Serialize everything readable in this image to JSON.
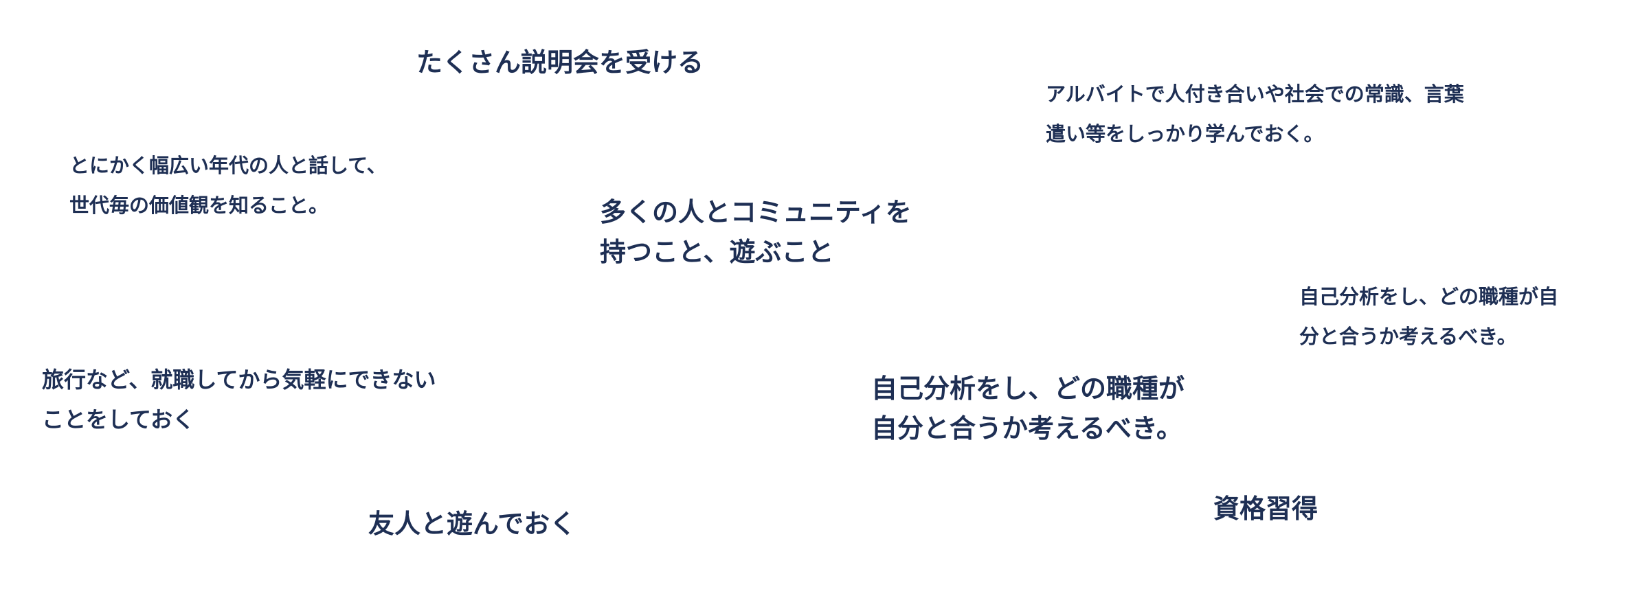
{
  "notes": [
    {
      "id": "n1",
      "lines": [
        "たくさん説明会を受ける"
      ]
    },
    {
      "id": "n2",
      "lines": [
        "アルバイトで人付き合いや社会での常識、言葉",
        "遣い等をしっかり学んでおく。"
      ]
    },
    {
      "id": "n3",
      "lines": [
        "とにかく幅広い年代の人と話して、",
        "世代毎の価値観を知ること。"
      ]
    },
    {
      "id": "n4",
      "lines": [
        "多くの人とコミュニティを",
        "持つこと、遊ぶこと"
      ]
    },
    {
      "id": "n5",
      "lines": [
        "自己分析をし、どの職種が自",
        "分と合うか考えるべき。"
      ]
    },
    {
      "id": "n6",
      "lines": [
        "旅行など、就職してから気軽にできない",
        "ことをしておく"
      ]
    },
    {
      "id": "n7",
      "lines": [
        "自己分析をし、どの職種が",
        "自分と合うか考えるべき。"
      ]
    },
    {
      "id": "n8",
      "lines": [
        "資格習得"
      ]
    },
    {
      "id": "n9",
      "lines": [
        "友人と遊んでおく"
      ]
    }
  ]
}
